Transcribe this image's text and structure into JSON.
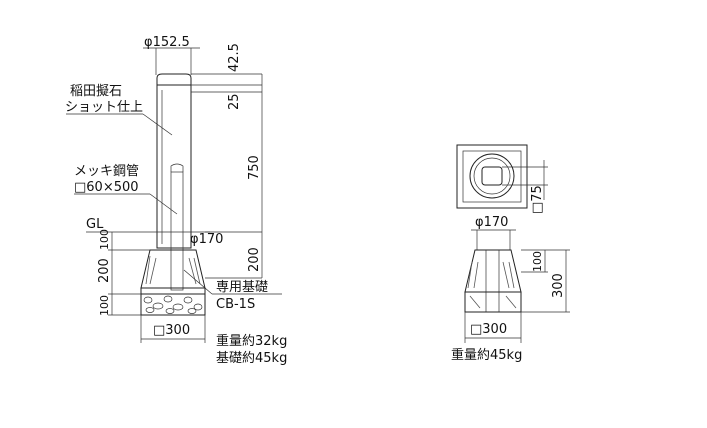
{
  "left_view": {
    "dim_top_diameter": "φ152.5",
    "dim_cap_height": "42.5",
    "dim_cap_band": "25",
    "dim_pipe_length": "750",
    "dim_embed": "200",
    "dim_gl_dia": "φ170",
    "dim_base_100_top": "100",
    "dim_base_200": "200",
    "dim_base_100_bottom": "100",
    "dim_width": "□300",
    "label_gl": "GL",
    "label_material_1": "稲田擬石",
    "label_material_2": "ショット仕上",
    "label_pipe_1": "メッキ鋼管",
    "label_pipe_2": "□60×500",
    "label_foundation_1": "専用基礎",
    "label_foundation_2": "CB-1S",
    "weight_1": "重量約32kg",
    "weight_2": "基礎約45kg"
  },
  "right_view": {
    "dim_hole": "□75",
    "dim_dia": "φ170",
    "dim_100": "100",
    "dim_300": "300",
    "dim_width": "□300",
    "weight": "重量約45kg"
  }
}
